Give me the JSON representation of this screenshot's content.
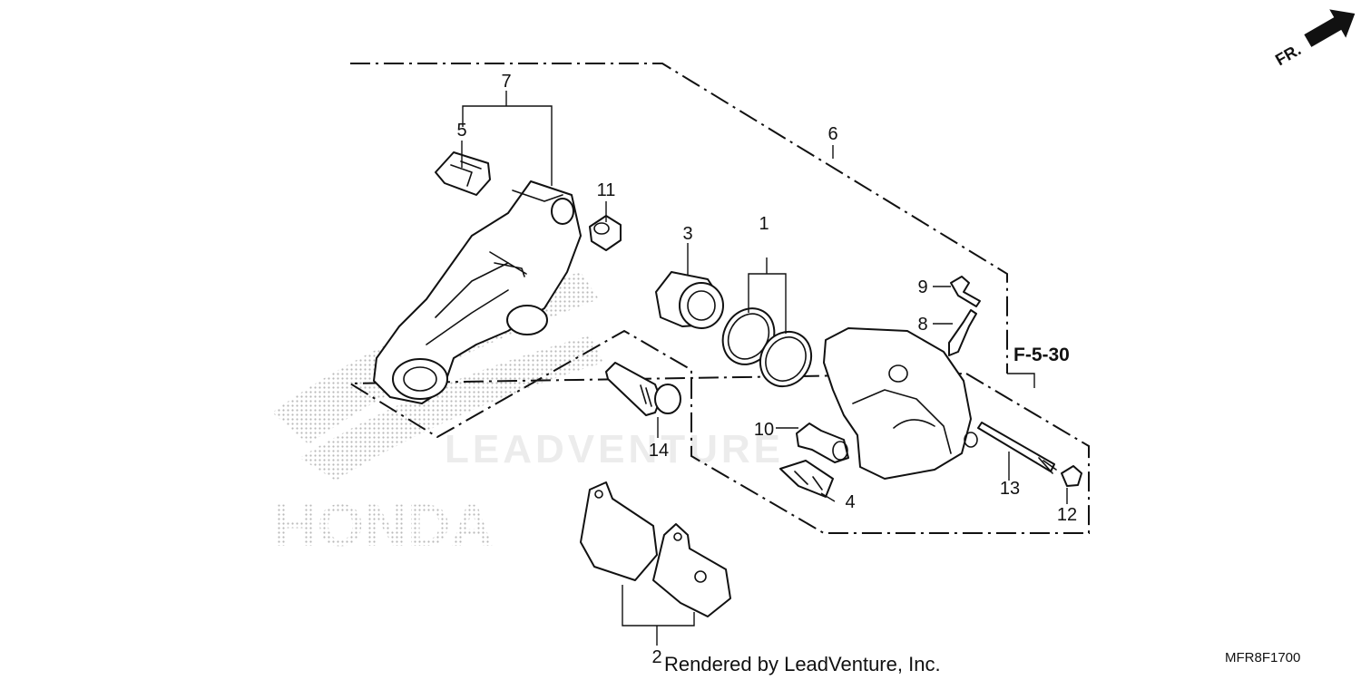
{
  "diagram": {
    "callouts": [
      "1",
      "2",
      "3",
      "4",
      "5",
      "6",
      "7",
      "8",
      "9",
      "10",
      "11",
      "12",
      "13",
      "14"
    ],
    "reference": "F-5-30",
    "direction": "FR.",
    "watermark_brand": "HONDA",
    "watermark_dealer": "LEADVENTURE",
    "footer": "Rendered by LeadVenture, Inc.",
    "code": "MFR8F1700"
  }
}
